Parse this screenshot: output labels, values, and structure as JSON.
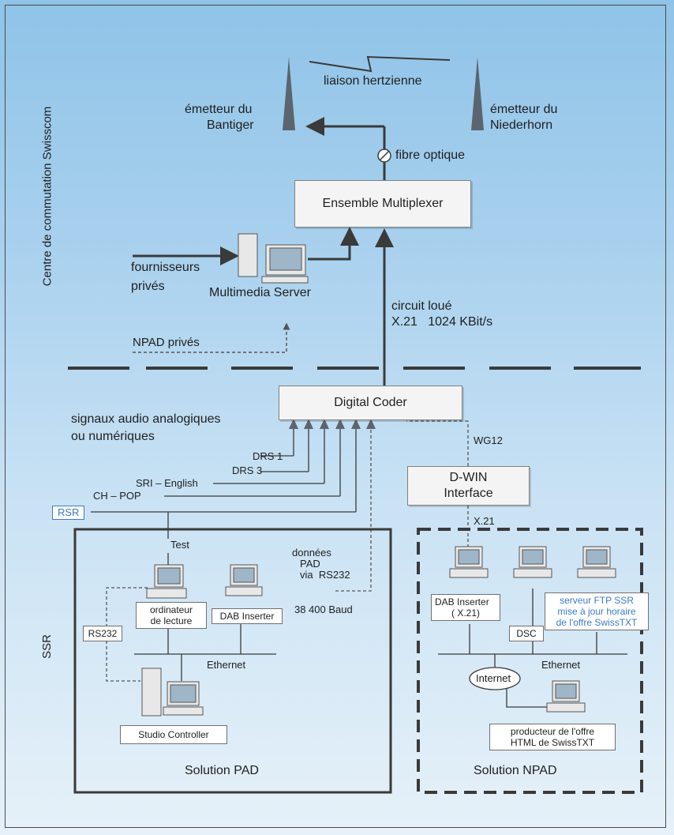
{
  "sidebar": {
    "top_label": "Centre de commutation Swisscom",
    "bottom_label": "SSR"
  },
  "transmitters": {
    "left": [
      "émetteur du",
      "Bantiger"
    ],
    "right": [
      "émetteur du",
      "Niederhorn"
    ],
    "link": "liaison hertzienne",
    "fiber": "fibre optique"
  },
  "ensemble": {
    "label": "Ensemble Multiplexer"
  },
  "multimedia": {
    "providers": [
      "fournisseurs",
      "privés"
    ],
    "server": "Multimedia Server",
    "npad_private": "NPAD privés"
  },
  "circuit": {
    "line1": "circuit loué",
    "line2": "X.21   1024 KBit/s"
  },
  "coder": {
    "label": "Digital Coder"
  },
  "audio": {
    "line1": "signaux audio analogiques",
    "line2": "ou numériques"
  },
  "channels": [
    "DRS 1",
    "DRS 3",
    "SRI – English",
    "CH – POP"
  ],
  "rsr": "RSR",
  "dwin": {
    "line1": "D-WIN",
    "line2": "Interface",
    "wg12": "WG12",
    "x21": "X.21"
  },
  "pad": {
    "test": "Test",
    "pad_data": [
      "données",
      "PAD",
      "via  RS232"
    ],
    "baud": "38 400 Baud",
    "reader": [
      "ordinateur",
      "de lecture"
    ],
    "dab": "DAB Inserter",
    "rs232": "RS232",
    "ethernet": "Ethernet",
    "studio": "Studio Controller",
    "title": "Solution PAD"
  },
  "npad": {
    "dab": [
      "DAB Inserter",
      "( X.21)"
    ],
    "dsc": "DSC",
    "ftp": [
      "serveur FTP SSR",
      "mise à jour horaire",
      "de l'offre SwissTXT"
    ],
    "ethernet": "Ethernet",
    "internet": "Internet",
    "producer": [
      "producteur de l'offre",
      "HTML de SwissTXT"
    ],
    "title": "Solution NPAD"
  }
}
